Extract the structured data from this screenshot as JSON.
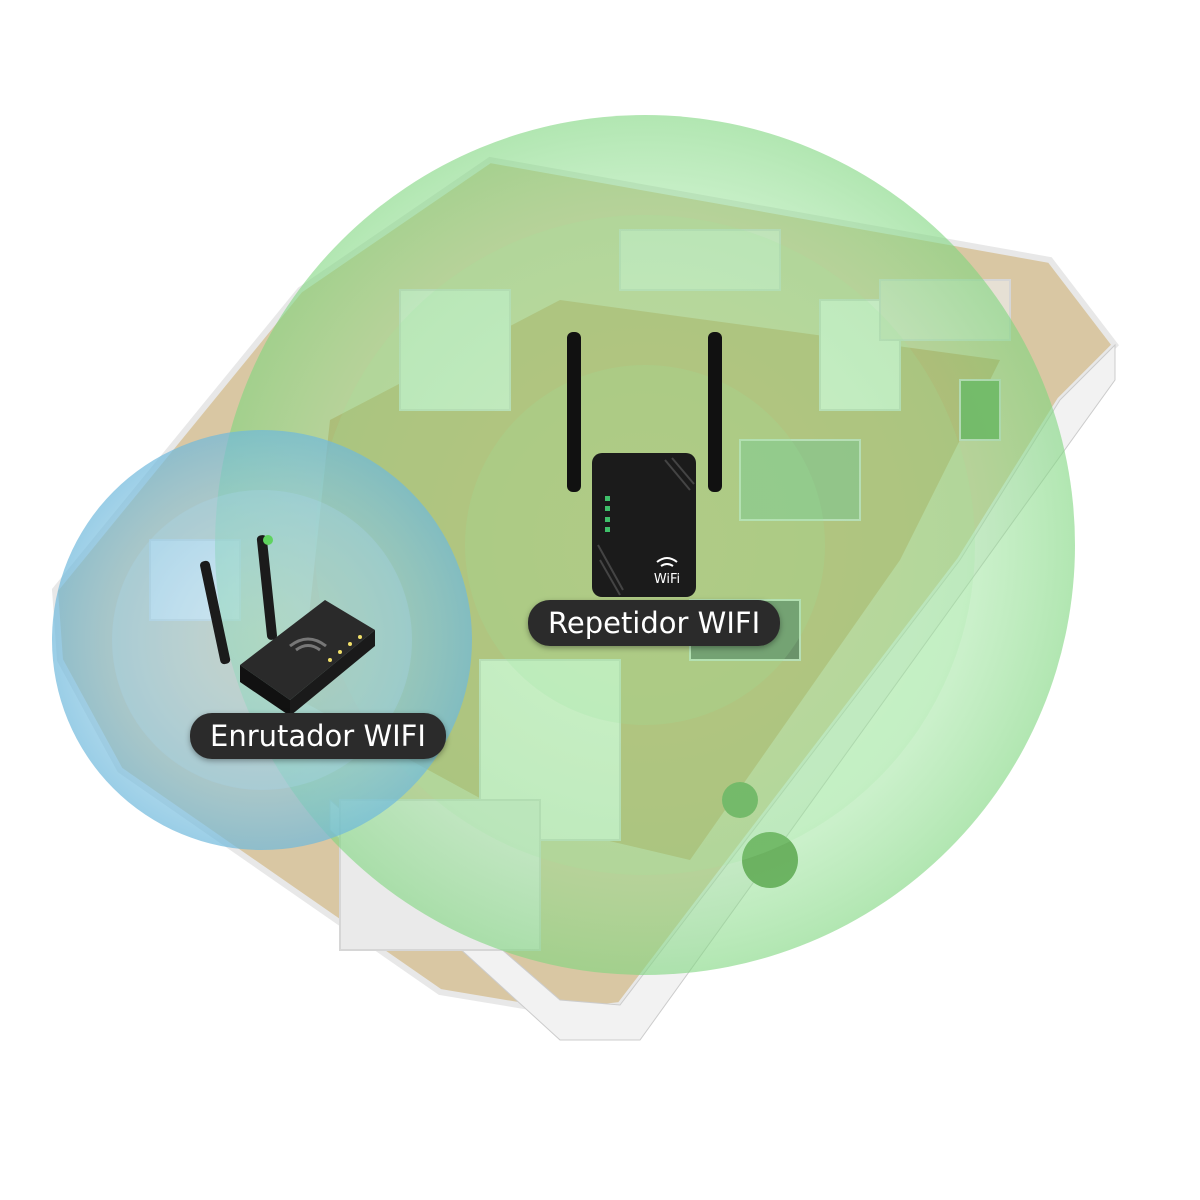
{
  "labels": {
    "router": "Enrutador WIFI",
    "repeater": "Repetidor WIFI"
  },
  "repeater_device": {
    "logo": "WiFi"
  },
  "colors": {
    "repeater_coverage": "#8fe08f",
    "router_coverage": "#8ccbe6",
    "device_body": "#1b1b1b",
    "label_bg": "#2b2b2b",
    "floor": "#c9a26a"
  },
  "icons": [
    "router-icon",
    "repeater-icon",
    "wifi-icon",
    "antenna-icon"
  ]
}
